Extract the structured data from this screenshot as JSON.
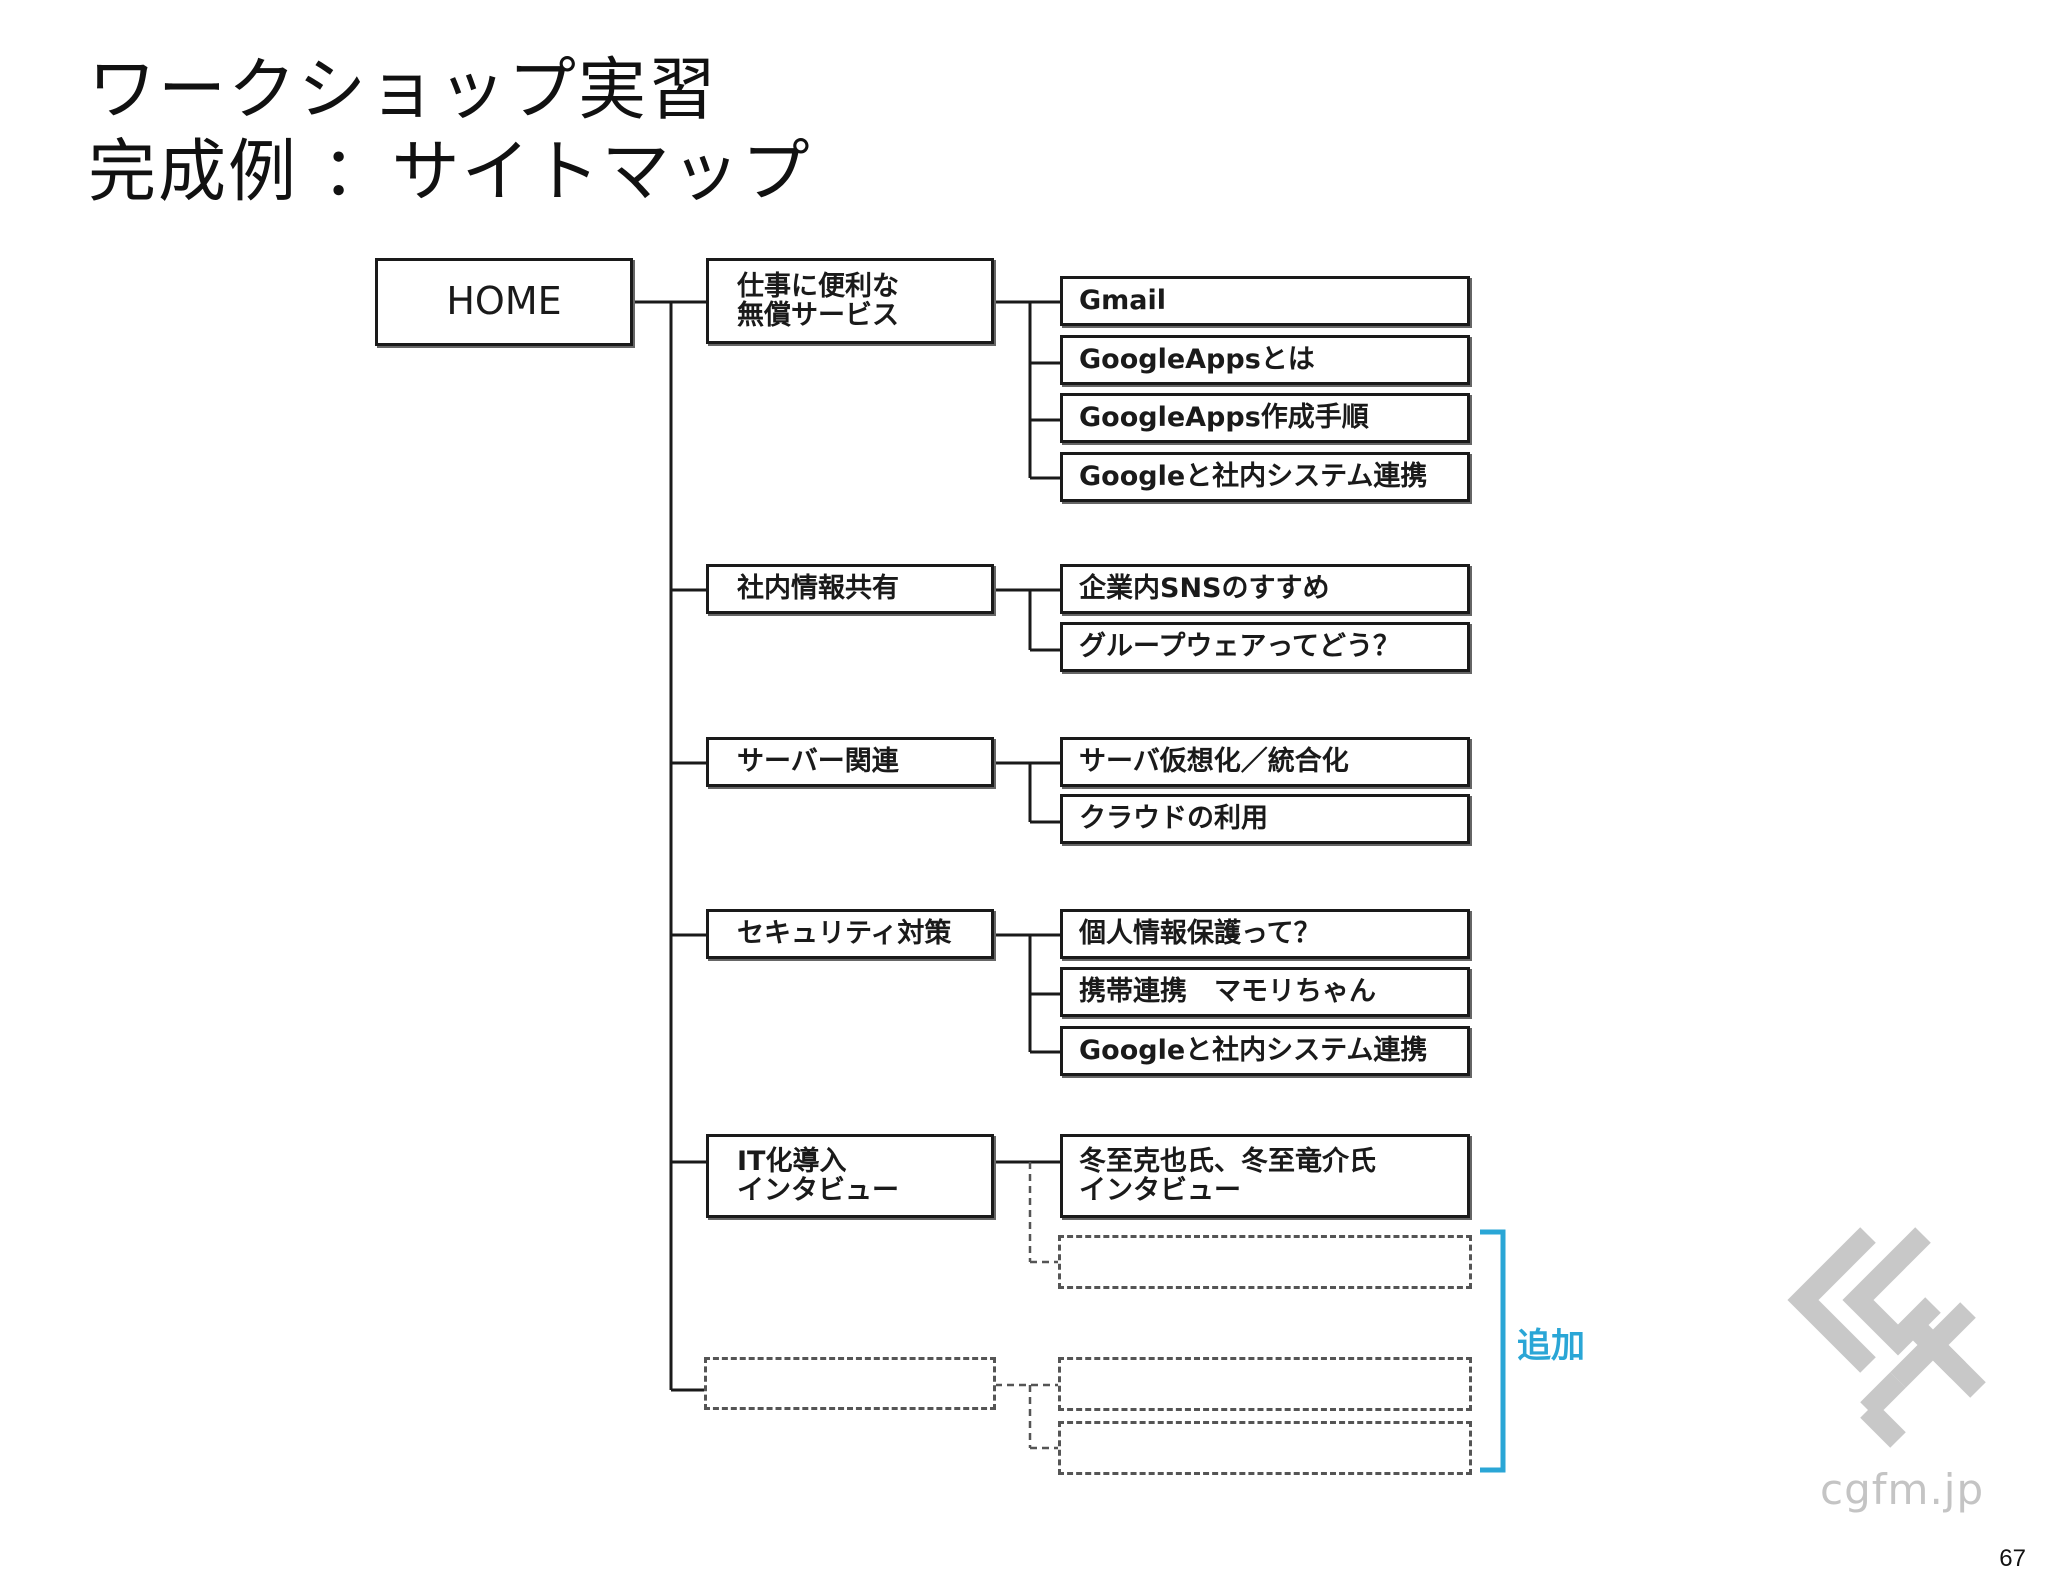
{
  "title": {
    "line1": "ワークショップ実習",
    "line2": "完成例 ：サイトマップ"
  },
  "sitemap": {
    "root": "HOME",
    "categories": [
      {
        "label": "仕事に便利な\n無償サービス",
        "pages": [
          "Gmail",
          "GoogleAppsとは",
          "GoogleApps作成手順",
          "Googleと社内システム連携"
        ]
      },
      {
        "label": "社内情報共有",
        "pages": [
          "企業内SNSのすすめ",
          "グループウェアってどう？"
        ]
      },
      {
        "label": "サーバー関連",
        "pages": [
          "サーバ仮想化／統合化",
          "クラウドの利用"
        ]
      },
      {
        "label": "セキュリティ対策",
        "pages": [
          "個人情報保護って？",
          "携帯連携　マモリちゃん",
          "Googleと社内システム連携"
        ]
      },
      {
        "label": "IT化導入\nインタビュー",
        "pages": [
          "冬至克也氏、冬至竜介氏\nインタビュー"
        ]
      }
    ],
    "addition_label": "追加",
    "line_color": "#1a1a1a",
    "dashed_color": "#555555",
    "addition_color": "#2aa6d6"
  },
  "logo": {
    "icon": "cgfm-logo-icon",
    "text": "cgfm.jp"
  },
  "page_number": "67"
}
